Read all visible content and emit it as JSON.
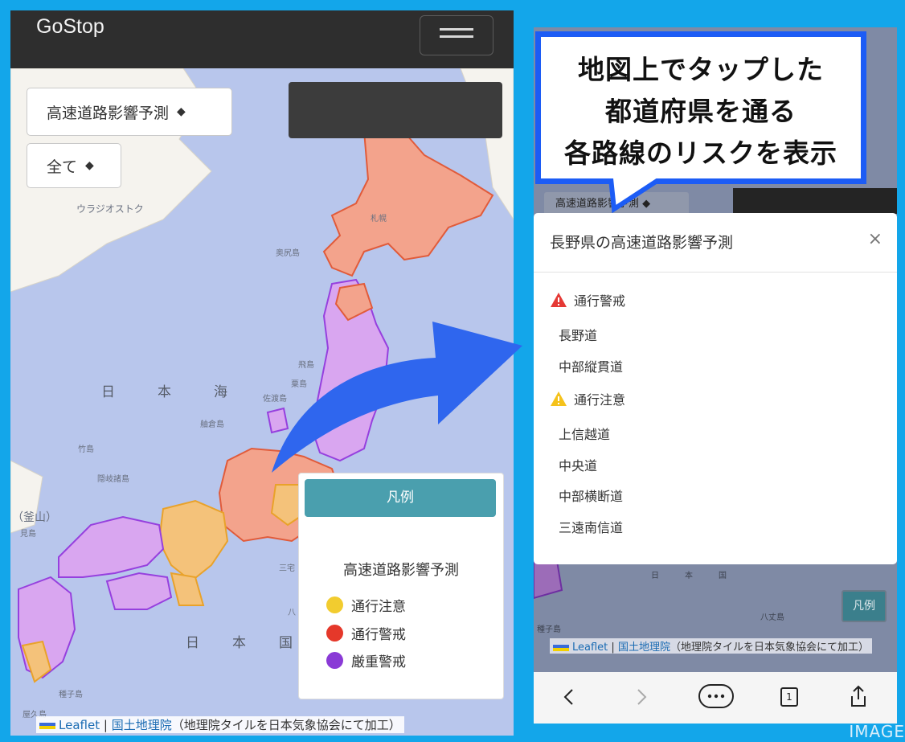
{
  "left": {
    "brand": "GoStop",
    "forecast_select": "高速道路影響予測",
    "filter_select": "全て",
    "caret": "◆",
    "map_labels": [
      "ウラジオストク",
      "札幌",
      "奥尻島",
      "飛島",
      "粟島",
      "佐渡島",
      "舳倉島",
      "竹島",
      "隠岐諸島",
      "（釜山）",
      "見島",
      "三宅",
      "八",
      "種子島",
      "屋久島"
    ],
    "sea_labels": [
      "日",
      "本",
      "海",
      "日",
      "本",
      "国"
    ],
    "legend": {
      "header": "凡例",
      "title": "高速道路影響予測",
      "items": [
        {
          "label": "通行注意",
          "color": "#f2cc2f"
        },
        {
          "label": "通行警戒",
          "color": "#e5382a"
        },
        {
          "label": "厳重警戒",
          "color": "#8a3ad6"
        }
      ]
    },
    "attribution": {
      "leaflet": "Leaflet",
      "sep": "|",
      "gsi": "国土地理院",
      "note": "（地理院タイルを日本気象協会にて加工）"
    }
  },
  "right": {
    "callout_lines": [
      "地図上でタップした",
      "都道府県を通る",
      "各路線のリスクを表示"
    ],
    "dim_select": "高速道路影響予測 ◆",
    "modal": {
      "title": "長野県の高速道路影響予測",
      "close": "×",
      "groups": [
        {
          "level": "通行警戒",
          "color": "#e53935",
          "routes": [
            "長野道",
            "中部縦貫道"
          ]
        },
        {
          "level": "通行注意",
          "color": "#f5c21b",
          "routes": [
            "上信越道",
            "中央道",
            "中部横断道",
            "三遠南信道"
          ]
        }
      ]
    },
    "map_labels": [
      "日",
      "本",
      "国",
      "八丈島",
      "種子島"
    ],
    "legend_button": "凡例",
    "attribution": {
      "leaflet": "Leaflet",
      "sep": "|",
      "gsi": "国土地理院",
      "note": "（地理院タイルを日本気象協会にて加工）"
    },
    "browser_bar": {
      "back_icon": "chevron-left-icon",
      "forward_icon": "chevron-right-icon",
      "more_icon": "ellipsis-icon",
      "tabs_count": "1",
      "share_icon": "share-icon"
    }
  },
  "arrow_color": "#2f66ee",
  "image_tag": "IMAGE"
}
